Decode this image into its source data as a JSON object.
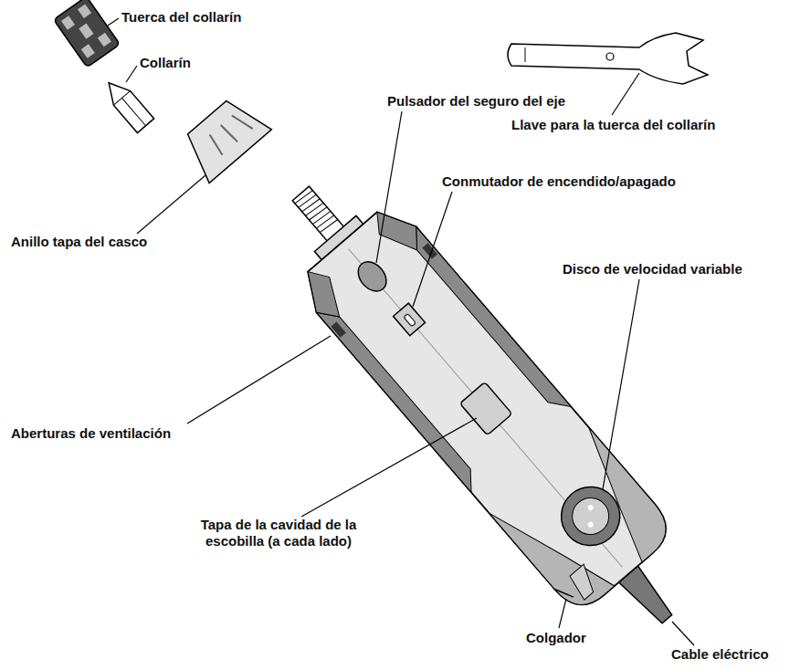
{
  "diagram": {
    "labels": [
      "Tuerca del collarín",
      "Collarín",
      "Llave para la tuerca del collarín",
      "Pulsador del seguro del eje",
      "Anillo tapa del casco",
      "Conmutador de encendido/apagado",
      "Disco de velocidad variable",
      "Aberturas de ventilación",
      "Tapa de la cavidad de la escobilla (a cada lado)",
      "Colgador",
      "Cable eléctrico"
    ]
  }
}
